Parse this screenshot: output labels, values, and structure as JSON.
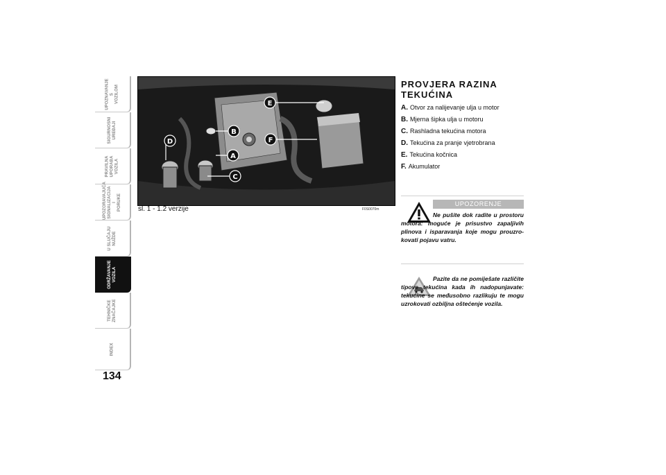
{
  "tabs": [
    {
      "label": "UPOZNAVANJE\nS\nVOZILOM",
      "active": false
    },
    {
      "label": "SIGURNOSNI\nUREĐAJI",
      "active": false
    },
    {
      "label": "PRAVILNA\nUPORABA\nVOZILA",
      "active": false
    },
    {
      "label": "UPOZORAVAJUĆA\nSIGNALIZACIJA I\nPORUKE",
      "active": false
    },
    {
      "label": "U SLUČAJU\nNUŽDE",
      "active": false
    },
    {
      "label": "ODRŽAVANJE\nVOZILA",
      "active": true
    },
    {
      "label": "TEHNIČKE\nZNAČAJKE",
      "active": false
    },
    {
      "label": "INDEX",
      "active": false
    }
  ],
  "page_number": "134",
  "figure": {
    "caption": "sl. 1 - 1.2 verzije",
    "code": "F0S0070m",
    "markers": [
      "A",
      "B",
      "C",
      "D",
      "E",
      "F"
    ]
  },
  "section": {
    "title": "PROVJERA RAZINA TEKUĆINA",
    "items": [
      {
        "letter": "A.",
        "text": "Otvor za nalijevanje ulja u motor"
      },
      {
        "letter": "B.",
        "text": "Mjerna šipka ulja u motoru"
      },
      {
        "letter": "C.",
        "text": "Rashladna tekućina motora"
      },
      {
        "letter": "D.",
        "text": "Tekućina za pranje vjetrobrana"
      },
      {
        "letter": "E.",
        "text": "Tekućina kočnica"
      },
      {
        "letter": "F.",
        "text": "Akumulator"
      }
    ]
  },
  "warning": {
    "heading": "UPOZORENJE",
    "text": "Ne pušite dok radite u prostoru motora: moguće je prisustvo zapaljivih plinova i isparavanja koje mogu prouzro-kovati pojavu vatru."
  },
  "note": {
    "text": "Pazite da ne pomiješate različite tipove tekućina kada ih nadopunjavate: tekućine se međusobno razlikuju te mogu uzrokovati ozbiljna oštećenje vozila."
  },
  "icons": {
    "warning": "warning-triangle-icon",
    "caution": "car-caution-icon"
  }
}
